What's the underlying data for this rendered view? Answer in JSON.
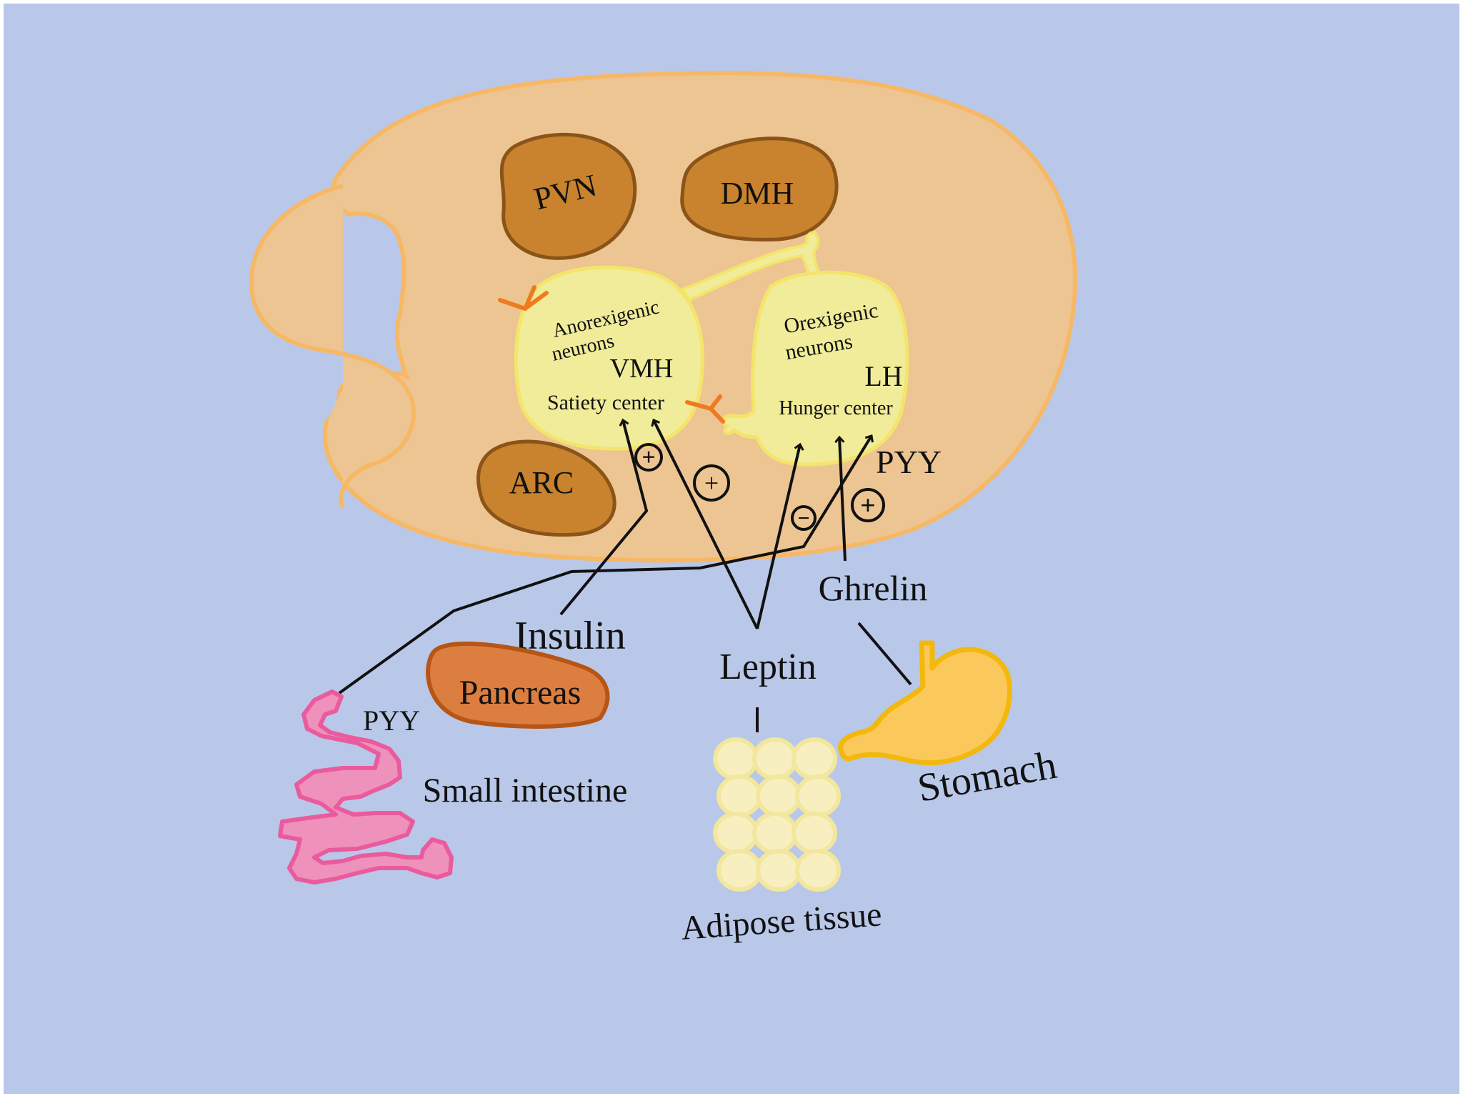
{
  "colors": {
    "background": "#b9c8e8",
    "hypothalamus": "#ecc593",
    "hypothalamus_outline": "#f7b865",
    "nucleus": "#c9822e",
    "nucleus_outline": "#8a5418",
    "neuron": "#f0ec99",
    "neuron_outline": "#f4e56a",
    "receptor": "#f07a20",
    "pancreas": "#dc7e40",
    "pancreas_outline": "#b65515",
    "intestine": "#ee91bb",
    "intestine_outline": "#ea5b9e",
    "stomach": "#fbc85c",
    "stomach_outline": "#f2b80c",
    "adipose": "#f7efc0",
    "adipose_outline": "#f2e79c",
    "lines": "#111111"
  },
  "nuclei": {
    "pvn": "PVN",
    "dmh": "DMH",
    "arc": "ARC"
  },
  "vmh": {
    "line1": "Anorexigenic",
    "line2": "neurons",
    "name": "VMH",
    "role": "Satiety center"
  },
  "lh": {
    "line1": "Orexigenic",
    "line2": "neurons",
    "name": "LH",
    "role": "Hunger center"
  },
  "signals": {
    "insulin": "Insulin",
    "leptin": "Leptin",
    "ghrelin": "Ghrelin",
    "pyy_brain": "PYY",
    "pyy_gut": "PYY"
  },
  "organs": {
    "pancreas": "Pancreas",
    "small_intestine": "Small intestine",
    "adipose": "Adipose tissue",
    "stomach": "Stomach"
  },
  "effects": {
    "insulin_vmh": "+",
    "leptin_vmh": "+",
    "leptin_lh": "−",
    "ghrelin_lh": "+"
  },
  "icons": {
    "receptor": "receptor-icon",
    "stimulation": "plus-circle-icon",
    "inhibition": "minus-circle-icon"
  }
}
